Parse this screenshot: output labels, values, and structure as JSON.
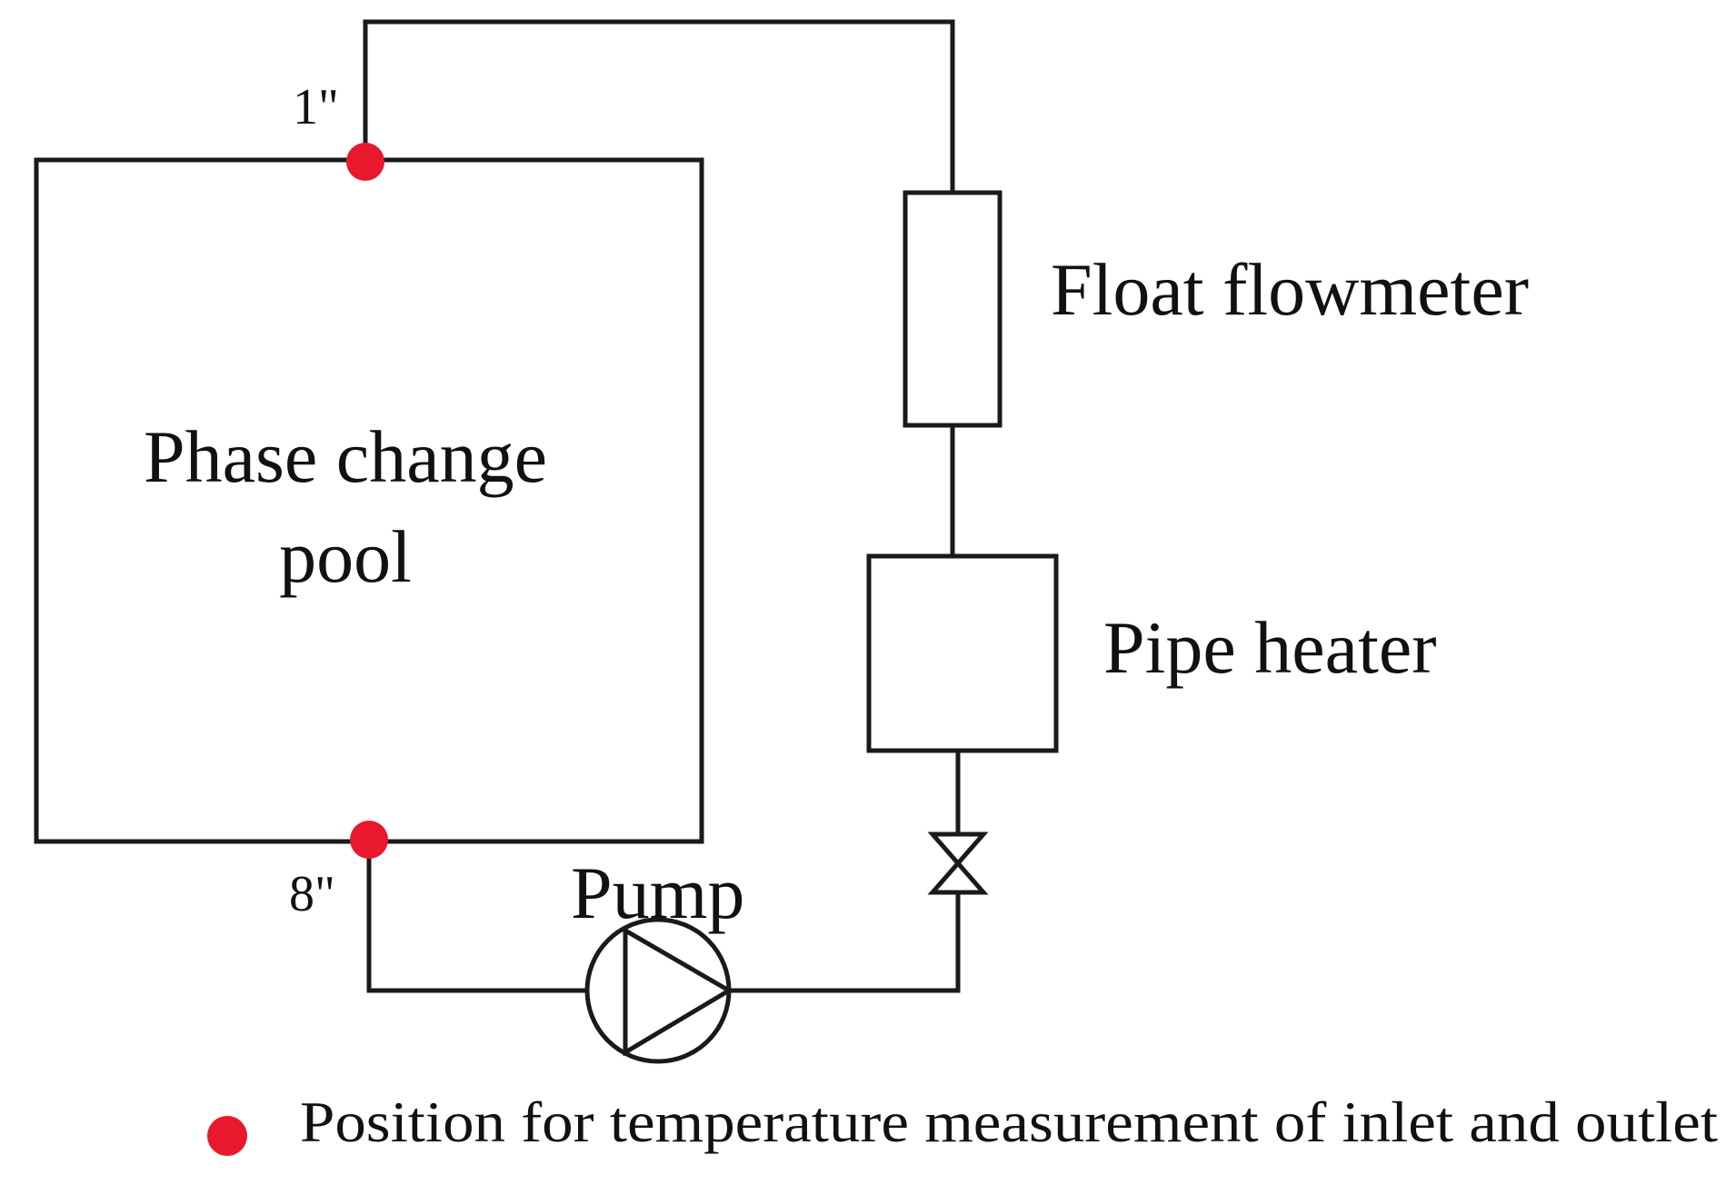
{
  "diagram": {
    "pool_label_line1": "Phase change",
    "pool_label_line2": "pool",
    "flowmeter_label": "Float flowmeter",
    "heater_label": "Pipe heater",
    "pump_label": "Pump",
    "point_top_label": "1\"",
    "point_bottom_label": "8\"",
    "legend_text": "Position for temperature measurement of inlet and outlet"
  },
  "colors": {
    "line": "#1a1a1a",
    "measurement_point": "#e8192c",
    "background": "#ffffff"
  }
}
